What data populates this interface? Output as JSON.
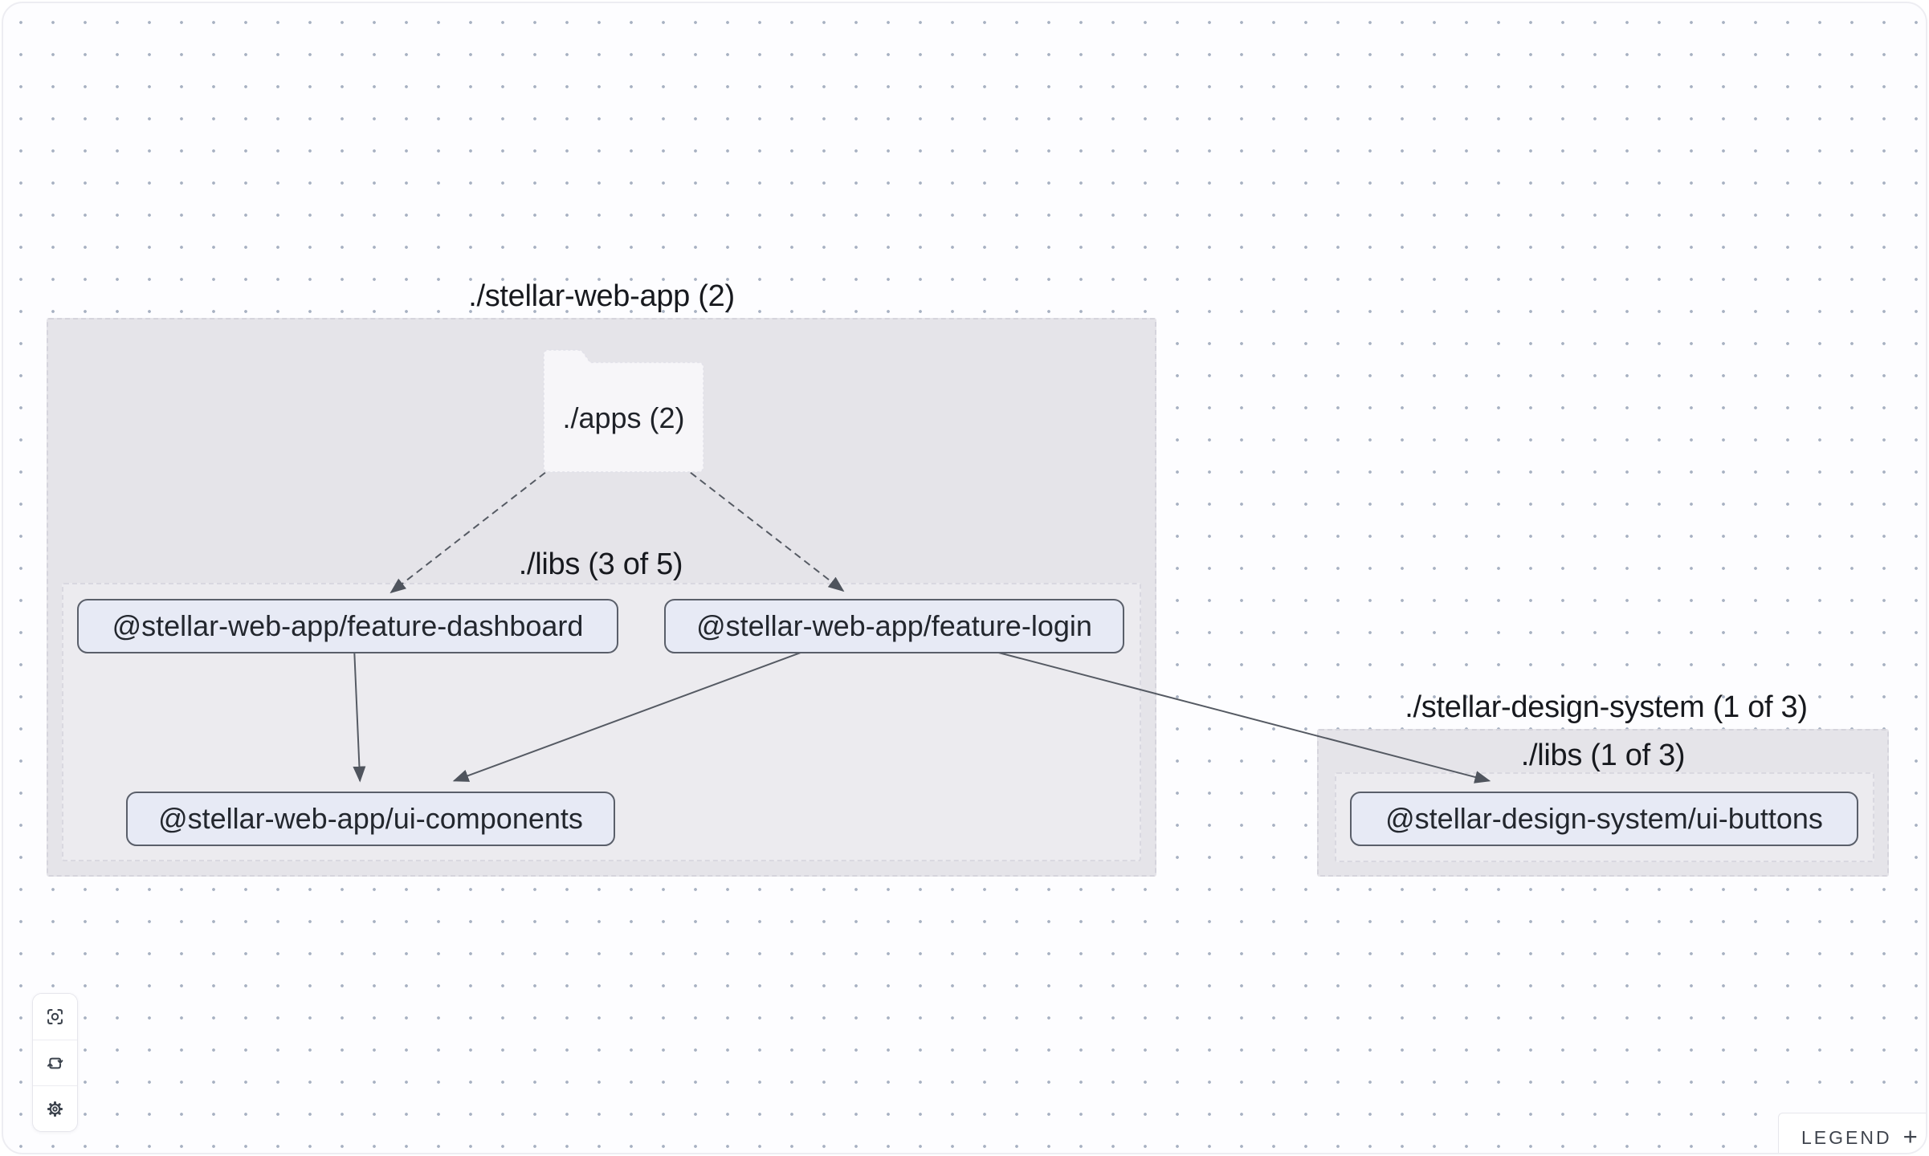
{
  "groups": {
    "stellar_web_app": {
      "label": "./stellar-web-app (2)"
    },
    "web_app_libs": {
      "label": "./libs (3 of 5)"
    },
    "stellar_design_system": {
      "label": "./stellar-design-system (1 of 3)"
    },
    "design_system_libs": {
      "label": "./libs (1 of 3)"
    }
  },
  "folder": {
    "label": "./apps (2)"
  },
  "nodes": {
    "feature_dashboard": {
      "label": "@stellar-web-app/feature-dashboard"
    },
    "feature_login": {
      "label": "@stellar-web-app/feature-login"
    },
    "ui_components": {
      "label": "@stellar-web-app/ui-components"
    },
    "ui_buttons": {
      "label": "@stellar-design-system/ui-buttons"
    }
  },
  "edges": [
    {
      "from": "./apps (2)",
      "to": "@stellar-web-app/feature-dashboard",
      "style": "dashed"
    },
    {
      "from": "./apps (2)",
      "to": "@stellar-web-app/feature-login",
      "style": "dashed"
    },
    {
      "from": "@stellar-web-app/feature-dashboard",
      "to": "@stellar-web-app/ui-components",
      "style": "solid"
    },
    {
      "from": "@stellar-web-app/feature-login",
      "to": "@stellar-web-app/ui-components",
      "style": "solid"
    },
    {
      "from": "@stellar-web-app/feature-login",
      "to": "@stellar-design-system/ui-buttons",
      "style": "solid"
    }
  ],
  "toolbar": {
    "buttons": [
      {
        "icon": "focus-icon"
      },
      {
        "icon": "refresh-icon"
      },
      {
        "icon": "settings-icon"
      }
    ]
  },
  "legend": {
    "label": "LEGEND",
    "plus": "+"
  },
  "colors": {
    "canvas_background": "#fdfdff",
    "dot_grid": "#a7b1c2",
    "group_fill": "#e5e4e9",
    "node_fill": "#e7eaf5",
    "node_border": "#5a5f6a",
    "edge_stroke": "#555a63",
    "label_text": "#17191e"
  }
}
